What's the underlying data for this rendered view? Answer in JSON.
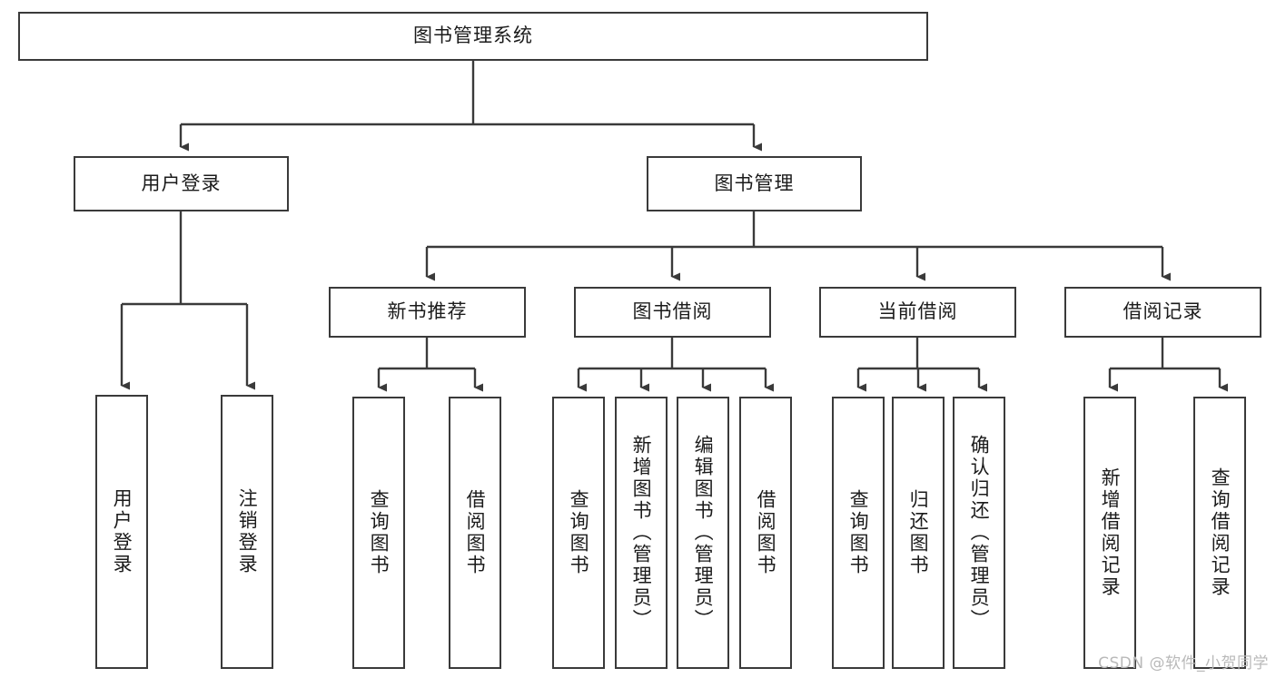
{
  "diagram": {
    "title": "图书管理系统",
    "type": "功能结构图",
    "root": {
      "label": "图书管理系统"
    },
    "level2": [
      {
        "label": "用户登录"
      },
      {
        "label": "图书管理"
      }
    ],
    "level3": [
      {
        "label": "新书推荐"
      },
      {
        "label": "图书借阅"
      },
      {
        "label": "当前借阅"
      },
      {
        "label": "借阅记录"
      }
    ],
    "leaves": {
      "user_login": [
        {
          "label": "用户登录"
        },
        {
          "label": "注销登录"
        }
      ],
      "new_book_recommend": [
        {
          "label": "查询图书"
        },
        {
          "label": "借阅图书"
        }
      ],
      "book_borrow": [
        {
          "label": "查询图书"
        },
        {
          "label": "新增图书（管理员）"
        },
        {
          "label": "编辑图书（管理员）"
        },
        {
          "label": "借阅图书"
        }
      ],
      "current_borrow": [
        {
          "label": "查询图书"
        },
        {
          "label": "归还图书"
        },
        {
          "label": "确认归还（管理员）"
        }
      ],
      "borrow_record": [
        {
          "label": "新增借阅记录"
        },
        {
          "label": "查询借阅记录"
        }
      ]
    }
  },
  "watermark": {
    "text": "CSDN @软件_小贺同学"
  },
  "colors": {
    "stroke": "#3a3a3a",
    "background": "#ffffff",
    "text": "#1b1b1b",
    "watermark": "#b9b9b9"
  }
}
